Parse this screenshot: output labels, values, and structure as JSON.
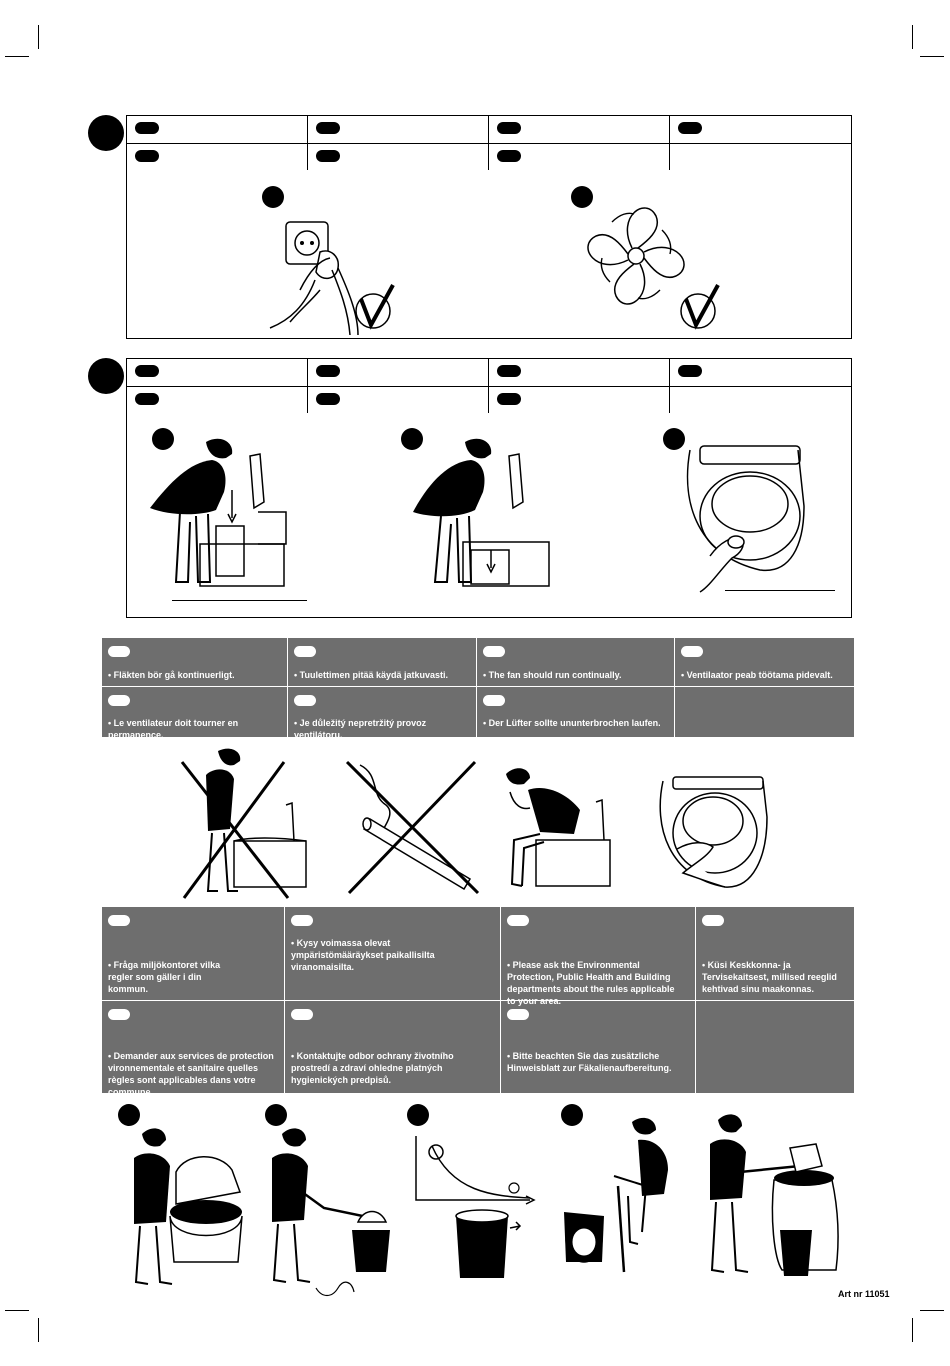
{
  "fan_notice": {
    "items": [
      "Fläkten bör gå kontinuerligt.",
      "Tuulettimen pitää käydä jatkuvasti.",
      "The fan should run continually.",
      "Ventilaator peab töötama pidevalt.",
      "Le ventilateur doit tourner en permanence.",
      "Je důležitý nepretržitý provoz ventilátoru.",
      "Der Lüfter sollte ununterbrochen laufen."
    ]
  },
  "rules_notice": {
    "items": [
      "Fråga miljökontoret vilka regler som gäller i din kommun.",
      "Kysy voimassa olevat ympäristömääräykset paikallisilta viranomaisilta.",
      "Please ask the Environmental Protection, Public Health and Building departments about the rules applicable to your area.",
      "Küsi Keskkonna- ja Tervisekaitsest, millised reeglid kehtivad sinu maakonnas.",
      "Demander aux services de protection vironnementale et sanitaire quelles règles sont applicables dans votre commune.",
      "Kontaktujte odbor ochrany životního prostredí a zdraví ohledne platných hygienických predpisů.",
      "Bitte beachten Sie das zusätzliche Hinweisblatt zur Fäkalienaufbereitung."
    ]
  },
  "footer": {
    "art_nr": "Art nr 11051"
  },
  "icons": [
    "power-plug-icon",
    "fan-rotation-icon",
    "checkmark-icon",
    "cross-icon",
    "cigarette-icon"
  ]
}
